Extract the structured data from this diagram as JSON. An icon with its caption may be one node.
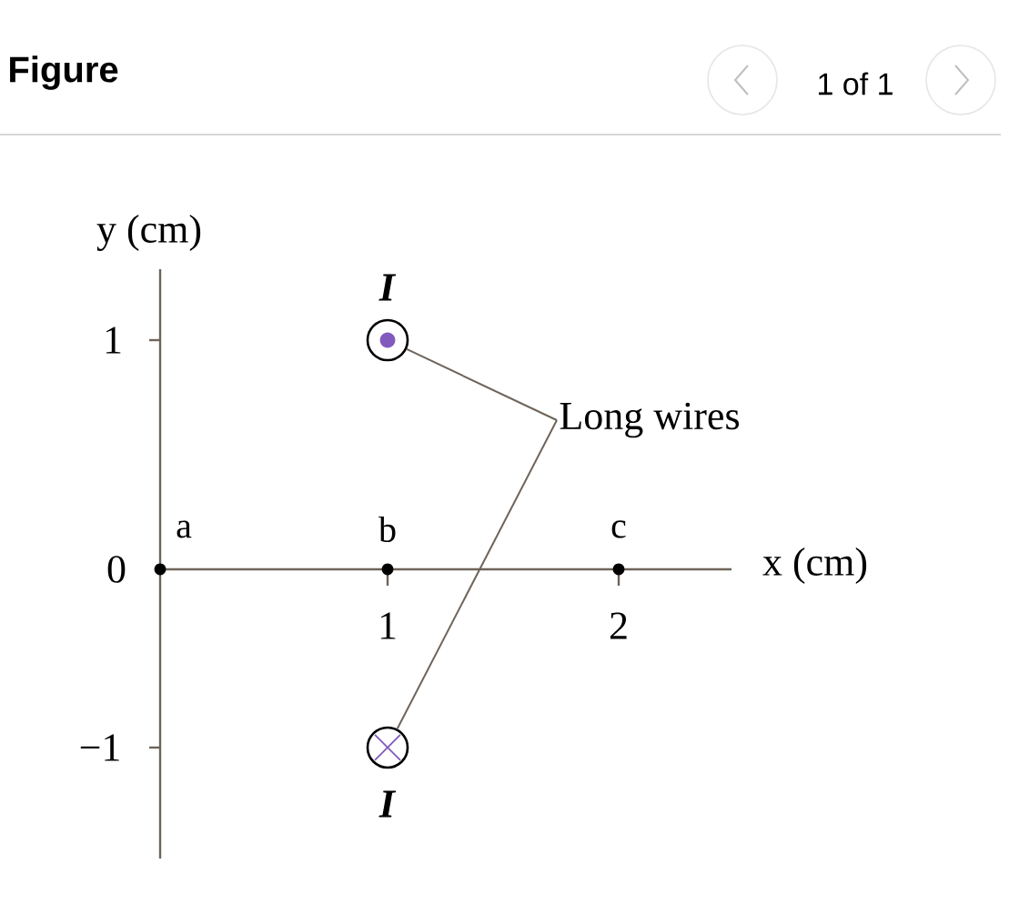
{
  "diagram": {
    "title": "Figure",
    "nodes": [
      {
        "text": [
          "Long wires"
        ]
      },
      {
        "text": [],
        "shape": "circle",
        "beside": [
          "*I*"
        ]
      },
      {
        "text": [],
        "shape": "circle",
        "beside": [
          "*I*"
        ]
      }
    ],
    "edges": [
      {
        "from": 0,
        "to": 1,
        "arrow": "none"
      },
      {
        "from": 0,
        "to": 2,
        "arrow": "none"
      }
    ],
    "labels": [
      "1 of 1",
      "y (cm)",
      "1",
      "0",
      "−1",
      "a",
      "b",
      "c",
      "x (cm)",
      "1",
      "2"
    ]
  }
}
